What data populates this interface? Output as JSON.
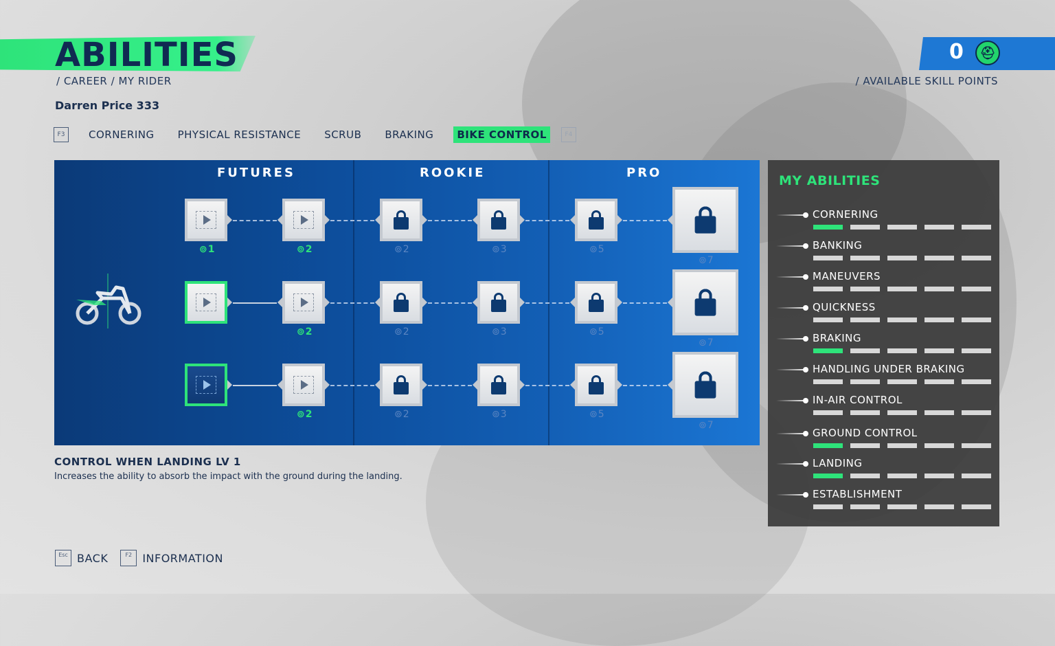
{
  "header": {
    "title": "ABILITIES",
    "breadcrumb": "/ CAREER  / MY RIDER",
    "rider": "Darren Price  333",
    "skill_points_value": "0",
    "skill_points_label": "/ AVAILABLE SKILL POINTS"
  },
  "tabs": {
    "prev_key": "F3",
    "next_key": "F4",
    "items": [
      "CORNERING",
      "PHYSICAL RESISTANCE",
      "SCRUB",
      "BRAKING",
      "BIKE CONTROL"
    ],
    "active": "BIKE CONTROL"
  },
  "tree": {
    "columns": [
      "FUTURES",
      "ROOKIE",
      "PRO"
    ],
    "rows": [
      {
        "costs": [
          "1",
          "2",
          "2",
          "3",
          "5",
          "7"
        ]
      },
      {
        "costs": [
          "",
          "2",
          "2",
          "3",
          "5",
          "7"
        ]
      },
      {
        "costs": [
          "",
          "2",
          "2",
          "3",
          "5",
          "7"
        ]
      }
    ]
  },
  "selected": {
    "title": "CONTROL WHEN LANDING LV 1",
    "description": "Increases the ability to absorb the impact with the ground during the landing."
  },
  "my_abilities": {
    "title": "MY ABILITIES",
    "items": [
      {
        "label": "CORNERING",
        "level": 1
      },
      {
        "label": "BANKING",
        "level": 0
      },
      {
        "label": "MANEUVERS",
        "level": 0
      },
      {
        "label": "QUICKNESS",
        "level": 0
      },
      {
        "label": "BRAKING",
        "level": 1
      },
      {
        "label": "HANDLING UNDER BRAKING",
        "level": 0
      },
      {
        "label": "IN-AIR CONTROL",
        "level": 0
      },
      {
        "label": "GROUND CONTROL",
        "level": 1
      },
      {
        "label": "LANDING",
        "level": 1
      },
      {
        "label": "ESTABLISHMENT",
        "level": 0
      }
    ],
    "max_level": 5
  },
  "footer": {
    "back_key": "Esc",
    "back_label": "BACK",
    "info_key": "F2",
    "info_label": "INFORMATION"
  },
  "colors": {
    "accent": "#2ee37a",
    "panel": "#3a3a3a",
    "tree_blue": "#0d4f9e",
    "text_dark": "#1b2f4f"
  }
}
